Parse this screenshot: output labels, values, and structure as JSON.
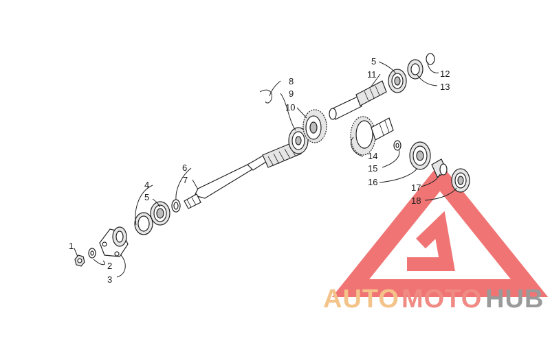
{
  "diagram": {
    "callouts": [
      "1",
      "2",
      "3",
      "4",
      "5",
      "6",
      "7",
      "8",
      "9",
      "10",
      "5",
      "11",
      "12",
      "13",
      "14",
      "15",
      "16",
      "17",
      "18"
    ]
  },
  "watermark": {
    "text_part1": "AUTO",
    "text_part2": "MOTO",
    "text_part3": "HUB",
    "color_auto": "#f4c38a",
    "color_moto": "#f08a84",
    "color_hub": "#9a9a9a",
    "logo_color": "#ee5c5c"
  }
}
